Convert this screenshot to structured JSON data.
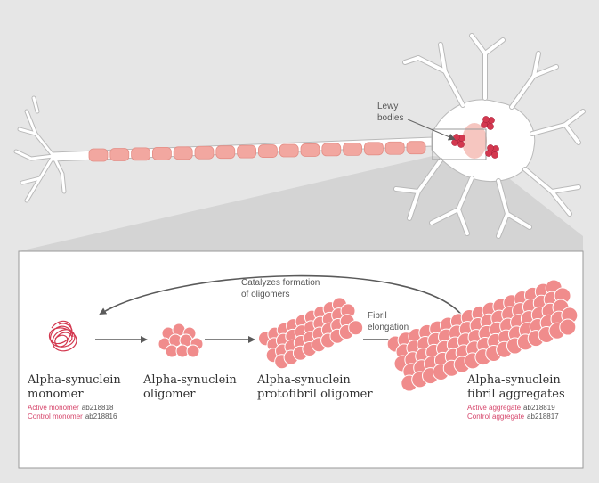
{
  "colors": {
    "background": "#e6e6e6",
    "neuron": "#ffffff",
    "neuron_outline": "#b9b9b9",
    "myelin": "#f2a7a0",
    "aggregate": "#f08c8c",
    "aggregate_dark": "#d3384f",
    "accent_text": "#d6456b",
    "arrow": "#5a5a5a",
    "panel": "#ffffff"
  },
  "neuron": {
    "lewy_label_line1": "Lewy",
    "lewy_label_line2": "bodies",
    "myelin_segments": 16
  },
  "cycle": {
    "feedback_label_line1": "Catalyzes formation",
    "feedback_label_line2": "of oligomers",
    "elongation_label_line1": "Fibril",
    "elongation_label_line2": "elongation"
  },
  "stages": [
    {
      "name_line1": "Alpha-synuclein",
      "name_line2": "monomer",
      "product1": "Active monomer",
      "code1": "ab218818",
      "product2": "Control monomer",
      "code2": "ab218816"
    },
    {
      "name_line1": "Alpha-synuclein",
      "name_line2": "oligomer"
    },
    {
      "name_line1": "Alpha-synuclein",
      "name_line2": "protofibril oligomer"
    },
    {
      "name_line1": "Alpha-synuclein",
      "name_line2": "fibril aggregates",
      "product1": "Active aggregate",
      "code1": "ab218819",
      "product2": "Control aggregate",
      "code2": "ab218817"
    }
  ]
}
